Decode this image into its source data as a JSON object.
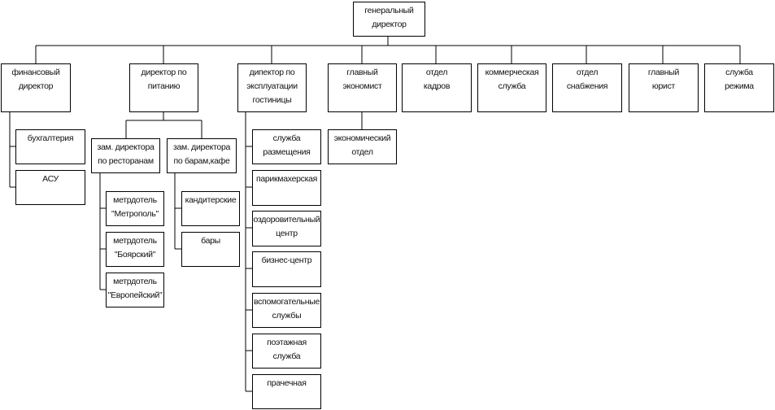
{
  "root": {
    "line1": "генеральный",
    "line2": "директор"
  },
  "top_level": [
    {
      "line1": "финансовый",
      "line2": "директор"
    },
    {
      "line1": "директор по",
      "line2": "питанию"
    },
    {
      "line1": "дипектор по",
      "line2": "эксплуатации",
      "line3": "гостиницы"
    },
    {
      "line1": "главный",
      "line2": "экономист"
    },
    {
      "line1": "отдел",
      "line2": "кадров"
    },
    {
      "line1": "коммерческая",
      "line2": "служба"
    },
    {
      "line1": "отдел",
      "line2": "снабжения"
    },
    {
      "line1": "главный",
      "line2": "юрист"
    },
    {
      "line1": "служба",
      "line2": "режима"
    }
  ],
  "finance_units": [
    {
      "line1": "бухгалтерия"
    },
    {
      "line1": "АСУ"
    }
  ],
  "food_deputies": [
    {
      "line1": "зам. директора",
      "line2": "по ресторанам"
    },
    {
      "line1": "зам. директора",
      "line2": "по барам,кафе"
    }
  ],
  "restaurants": [
    {
      "line1": "метрдотель",
      "line2": "\"Метрополь\""
    },
    {
      "line1": "метрдотель",
      "line2": "\"Боярский\""
    },
    {
      "line1": "метрдотель",
      "line2": "\"Европейский\""
    }
  ],
  "bars": [
    {
      "line1": "кандитерские"
    },
    {
      "line1": "бары"
    }
  ],
  "hotel_services": [
    {
      "line1": "служба",
      "line2": "размещения"
    },
    {
      "line1": "парикмахерская"
    },
    {
      "line1": "оздоровительный",
      "line2": "центр"
    },
    {
      "line1": "бизнес-центр"
    },
    {
      "line1": "вспомогательные",
      "line2": "службы"
    },
    {
      "line1": "поэтажная",
      "line2": "служба"
    },
    {
      "line1": "прачечная"
    }
  ],
  "economist_units": [
    {
      "line1": "экономический",
      "line2": "отдел"
    }
  ]
}
